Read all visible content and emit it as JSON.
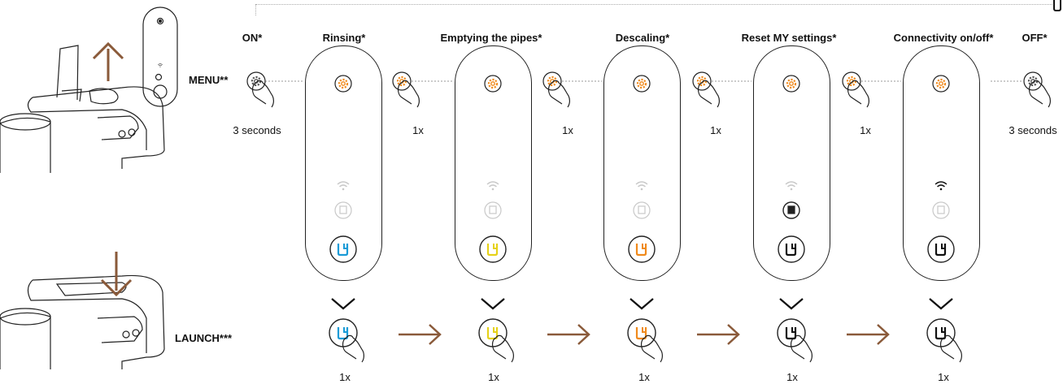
{
  "columns": [
    {
      "label": "ON*"
    },
    {
      "label": "Rinsing*",
      "cup_color": "#1a9bd7"
    },
    {
      "label": "Emptying the pipes*",
      "cup_color": "#e6d21a"
    },
    {
      "label": "Descaling*",
      "cup_color": "#f08a1c"
    },
    {
      "label": "Reset MY settings*",
      "cup_color": "#111111"
    },
    {
      "label": "Connectivity on/off*",
      "cup_color": "#111111"
    },
    {
      "label": "OFF*"
    }
  ],
  "rows": {
    "menu": "MENU**",
    "launch": "LAUNCH***"
  },
  "press_labels": {
    "hold": "3 seconds",
    "once": "1x"
  },
  "colors": {
    "accent_orange": "#f08a1c",
    "arrow_brown": "#8a5a3a",
    "inactive_gray": "#c8c8c8"
  },
  "icons": [
    "gear-icon",
    "wifi-icon",
    "settings-cup-icon",
    "cup-icon",
    "chevron-down-icon",
    "arrow-right-icon",
    "arrow-up-icon",
    "arrow-down-icon",
    "hand-press-icon"
  ]
}
